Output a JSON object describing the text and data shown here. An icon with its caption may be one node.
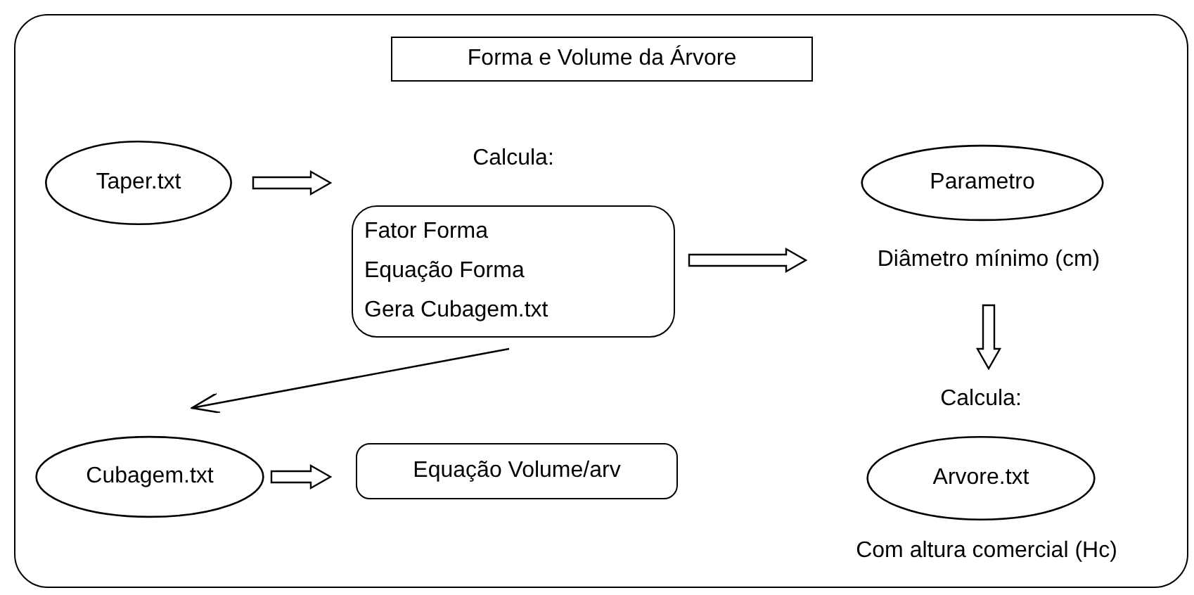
{
  "diagram": {
    "nodes": [
      {
        "text": [],
        "shape": "box"
      },
      {
        "text": [
          "Forma e Volume da Árvore"
        ],
        "in": 0
      },
      {
        "text": [
          "Taper.txt"
        ],
        "in": 0
      },
      {
        "text": [
          "Calcula:",
          "Fator Forma",
          "Equação Forma",
          "Gera Cubagem.txt"
        ],
        "in": 0
      },
      {
        "text": [
          "Parametro"
        ],
        "in": 0
      },
      {
        "text": [
          "Diâmetro mínimo (cm)"
        ],
        "in": 0
      },
      {
        "text": [
          "Calcula:",
          "Arvore.txt"
        ],
        "beside": [
          "Com altura comercial (Hc)"
        ],
        "in": 0
      },
      {
        "text": [
          "Cubagem.txt"
        ],
        "in": 0
      },
      {
        "text": [
          "Equação Volume/arv"
        ],
        "in": 0
      }
    ],
    "edges": [
      {
        "from": 2,
        "to": 3,
        "arrow": "to",
        "style": "thick"
      },
      {
        "from": 3,
        "to": 5,
        "arrow": "to",
        "style": "thick"
      },
      {
        "from": 5,
        "to": 6,
        "arrow": "to",
        "style": "thick"
      },
      {
        "from": 3,
        "to": 7,
        "arrow": "to"
      },
      {
        "from": 7,
        "to": 8,
        "arrow": "to",
        "style": "thick"
      }
    ]
  }
}
